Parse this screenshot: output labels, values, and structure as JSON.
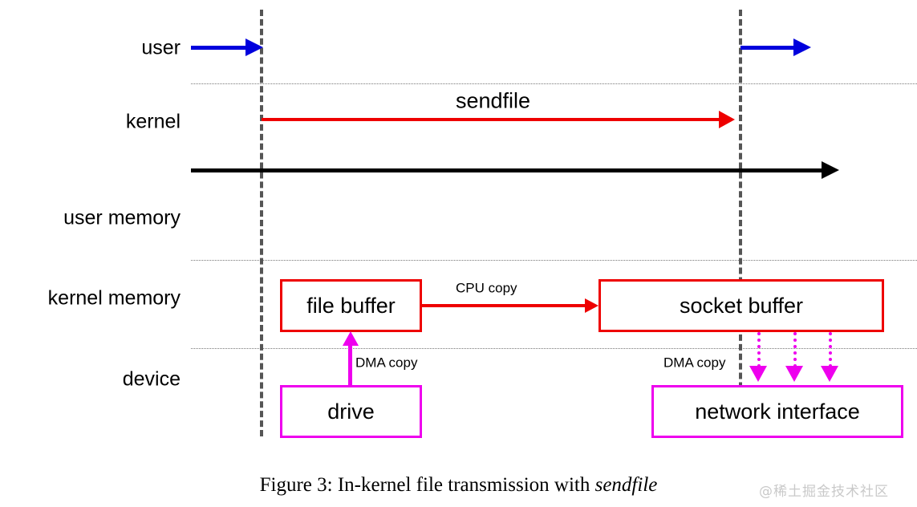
{
  "figure": {
    "caption_prefix": "Figure 3: In-kernel file transmission with ",
    "caption_emphasis": "sendfile",
    "watermark": "@稀土掘金技术社区"
  },
  "colors": {
    "user_transition": "#0000dd",
    "kernel_call": "#ee0000",
    "timeline": "#000000",
    "dma": "#ee00ee",
    "boundary": "#555555",
    "separator": "#777777"
  },
  "row_labels": [
    {
      "id": "user",
      "text": "user"
    },
    {
      "id": "kernel",
      "text": "kernel"
    },
    {
      "id": "user-memory",
      "text": "user memory"
    },
    {
      "id": "kernel-memory",
      "text": "kernel memory"
    },
    {
      "id": "device",
      "text": "device"
    }
  ],
  "annotations": {
    "syscall": "sendfile",
    "cpu_copy": "CPU copy",
    "dma_copy_read": "DMA copy",
    "dma_copy_write": "DMA copy"
  },
  "boxes": [
    {
      "id": "file-buffer",
      "label": "file buffer",
      "color": "#ee0000"
    },
    {
      "id": "socket-buffer",
      "label": "socket buffer",
      "color": "#ee0000"
    },
    {
      "id": "drive",
      "label": "drive",
      "color": "#ee00ee"
    },
    {
      "id": "network-interface",
      "label": "network interface",
      "color": "#ee00ee"
    }
  ]
}
